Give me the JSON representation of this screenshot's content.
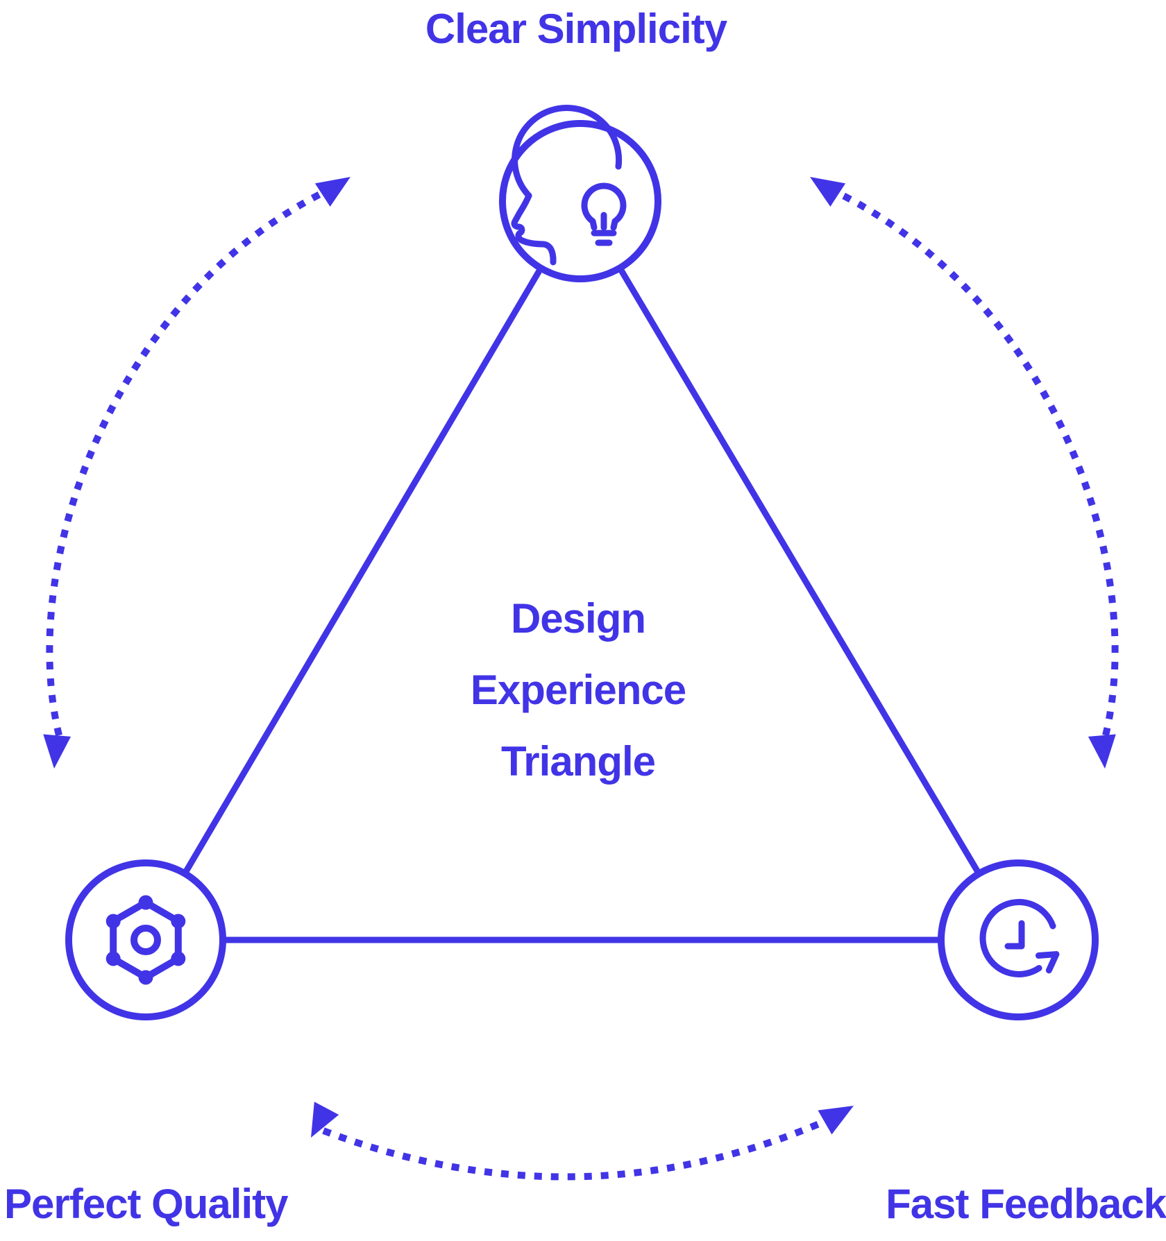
{
  "diagram": {
    "center_title": {
      "line1": "Design",
      "line2": "Experience",
      "line3": "Triangle"
    },
    "nodes": {
      "top": {
        "label": "Clear Simplicity",
        "icon": "head-lightbulb-icon"
      },
      "bottom_left": {
        "label": "Perfect Quality",
        "icon": "molecule-hexagon-icon"
      },
      "bottom_right": {
        "label": "Fast Feedback",
        "icon": "clock-history-icon"
      }
    },
    "colors": {
      "accent": "#4134E6",
      "background": "#FFFFFF"
    }
  }
}
